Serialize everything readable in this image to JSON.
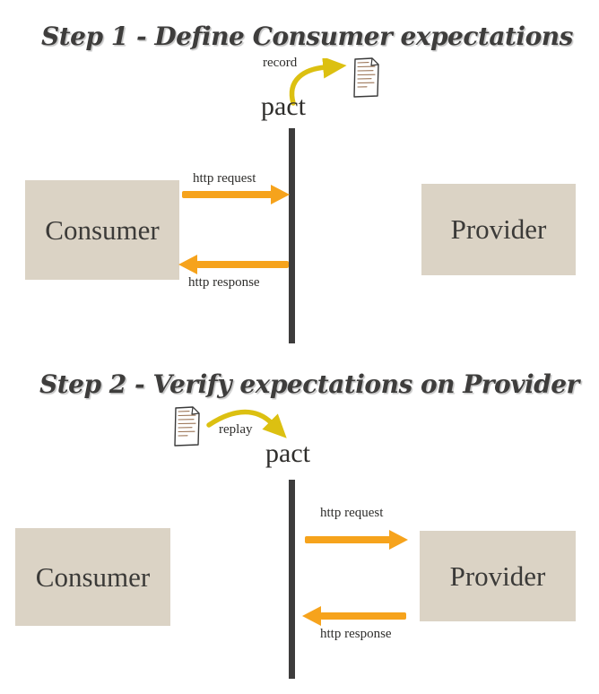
{
  "diagram": {
    "step1": {
      "title": "Step 1 - Define Consumer expectations",
      "record_label": "record",
      "pact_label": "pact",
      "consumer_box": "Consumer",
      "provider_box": "Provider",
      "request_label": "http request",
      "response_label": "http response"
    },
    "step2": {
      "title": "Step 2 - Verify expectations on Provider",
      "replay_label": "replay",
      "pact_label": "pact",
      "consumer_box": "Consumer",
      "provider_box": "Provider",
      "request_label": "http request",
      "response_label": "http response"
    },
    "colors": {
      "background": "#ffffff",
      "box_fill": "#dbd3c5",
      "arrow_orange": "#f6a31c",
      "arrow_gold": "#dcc011",
      "line_dark": "#3d3c3c",
      "title_dark": "#3e3d3c",
      "text_dark": "#2f2e2c",
      "doc_ink_sepia": "#9a7354"
    },
    "icons": {
      "step1_document": "pact-file-icon",
      "step2_document": "pact-file-icon",
      "step1_curved_arrow": "record-arrow-icon",
      "step2_curved_arrow": "replay-arrow-icon"
    }
  }
}
